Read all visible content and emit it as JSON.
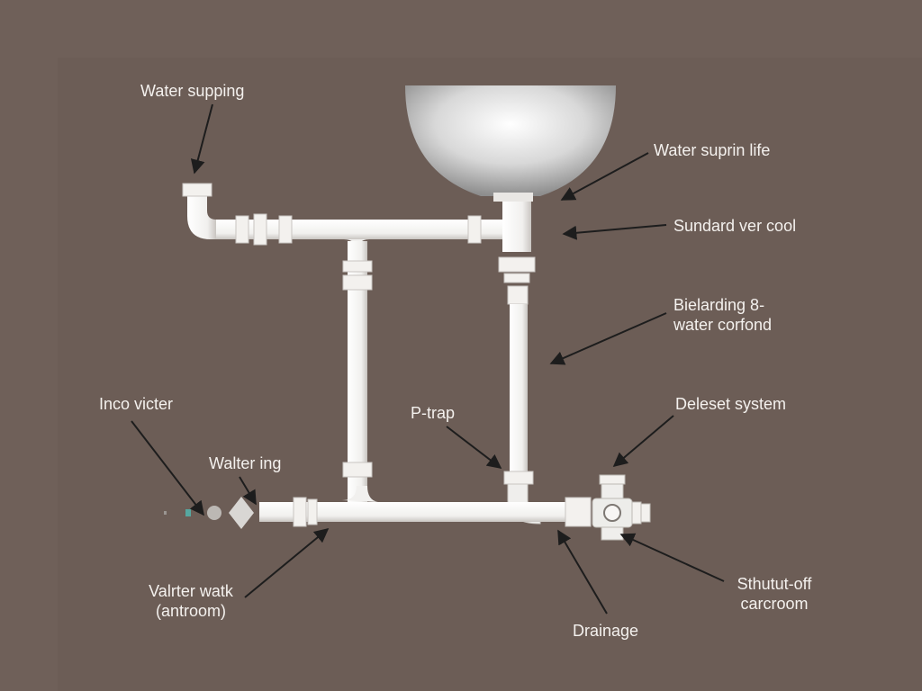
{
  "colors": {
    "background": "#6c5d56",
    "pipe": "#f6f5f3",
    "pipe_edge": "#c9c5c1",
    "label_text": "#f4f1ee",
    "arrow": "#1d1d1d"
  },
  "labels": {
    "water_supping": "Water supping",
    "water_suprin_life": "Water suprin life",
    "sundard_ver_cool": "Sundard ver cool",
    "bielarding_line1": "Bielarding 8-",
    "bielarding_line2": "water corfond",
    "inco_victer": "Inco victer",
    "walter_ing": "Walter ing",
    "p_trap": "P-trap",
    "deleset_system": "Deleset system",
    "valrter_watk_line1": "Valrter watk",
    "valrter_watk_line2": "(antroom)",
    "shutoff_line1": "Sthutut-off",
    "shutoff_line2": "carcroom",
    "drainage": "Drainage"
  }
}
